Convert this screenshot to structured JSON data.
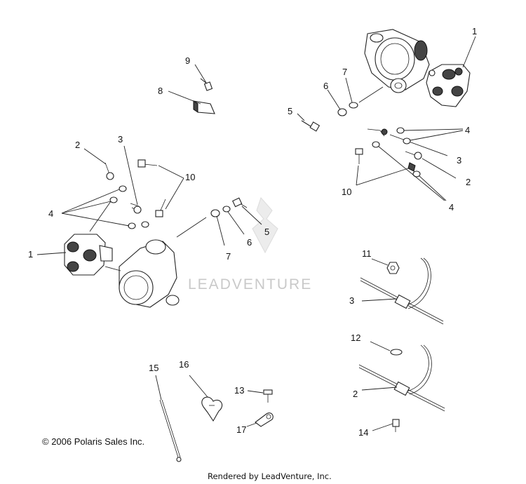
{
  "callouts": {
    "c1_right": "1",
    "c1_left": "1",
    "c2_upper_left": "2",
    "c2_right": "2",
    "c2_lower_right": "2",
    "c3_upper_left": "3",
    "c3_right": "3",
    "c3_lower_right": "3",
    "c4_left": "4",
    "c4_right_top": "4",
    "c4_right_bottom": "4",
    "c5_left": "5",
    "c5_right": "5",
    "c6_top": "6",
    "c6_mid": "6",
    "c7_top": "7",
    "c7_mid": "7",
    "c8": "8",
    "c9": "9",
    "c10_left": "10",
    "c10_right": "10",
    "c11": "11",
    "c12": "12",
    "c13": "13",
    "c14": "14",
    "c15": "15",
    "c16": "16",
    "c17": "17"
  },
  "watermark": "LEADVENTURE",
  "copyright": "© 2006 Polaris Sales Inc.",
  "footer": "Rendered by LeadVenture, Inc."
}
